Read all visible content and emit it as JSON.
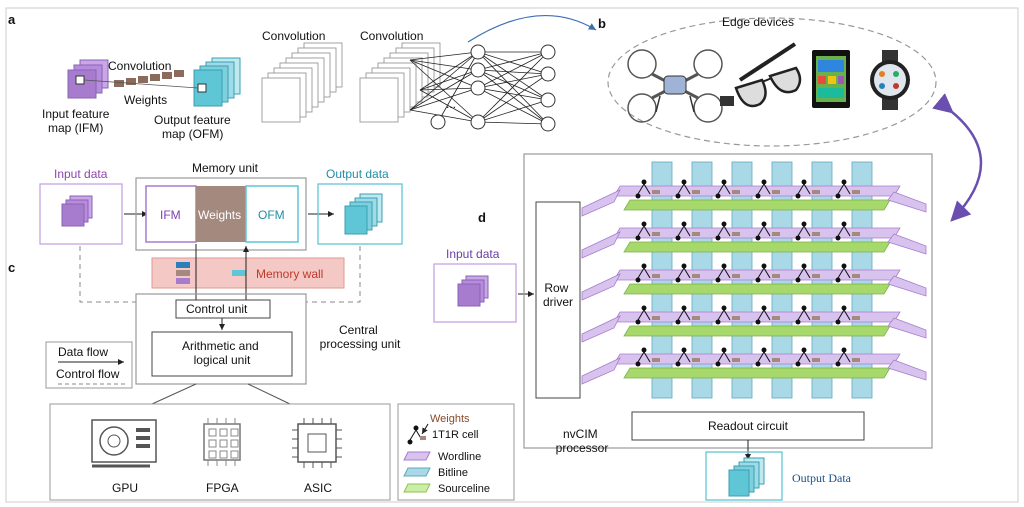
{
  "panels": {
    "a": "a",
    "b": "b",
    "c": "c",
    "d": "d"
  },
  "panel_a": {
    "convolution_small": "Convolution",
    "weights": "Weights",
    "ifm": "Input feature\nmap (IFM)",
    "ofm": "Output feature\nmap (OFM)",
    "convolution_1": "Convolution",
    "convolution_2": "Convolution",
    "ellipsis": "..."
  },
  "panel_b": {
    "title": "Edge devices",
    "devices": [
      "drone-icon",
      "smart-glasses-icon",
      "tablet-icon",
      "smartwatch-icon"
    ]
  },
  "panel_c": {
    "input_data": "Input data",
    "memory_unit": "Memory unit",
    "ifm": "IFM",
    "weights": "Weights",
    "ofm": "OFM",
    "output_data": "Output data",
    "memory_wall": "Memory wall",
    "control_unit": "Control unit",
    "alu": "Arithmetic and\nlogical unit",
    "cpu": "Central\nprocessing unit",
    "legend_data_flow": "Data flow",
    "legend_control_flow": "Control flow",
    "hw": [
      "GPU",
      "FPGA",
      "ASIC"
    ]
  },
  "panel_d": {
    "input_data": "Input data",
    "row_driver": "Row\ndriver",
    "readout": "Readout circuit",
    "nvcim": "nvCIM\nprocessor",
    "output_data": "Output Data",
    "legend_weights": "Weights",
    "legend_cell": "1T1R cell",
    "legend_wordline": "Wordline",
    "legend_bitline": "Bitline",
    "legend_sourceline": "Sourceline"
  },
  "colors": {
    "purple": "#a77ccf",
    "purple_light": "#d8c3ee",
    "teal": "#5fc6d6",
    "teal_light": "#bfe8ef",
    "brown": "#a48a7e",
    "pink": "#f4c8c4",
    "pink_text": "#c0392b",
    "green": "#a6d86b",
    "bitline": "#a9d8e6"
  }
}
